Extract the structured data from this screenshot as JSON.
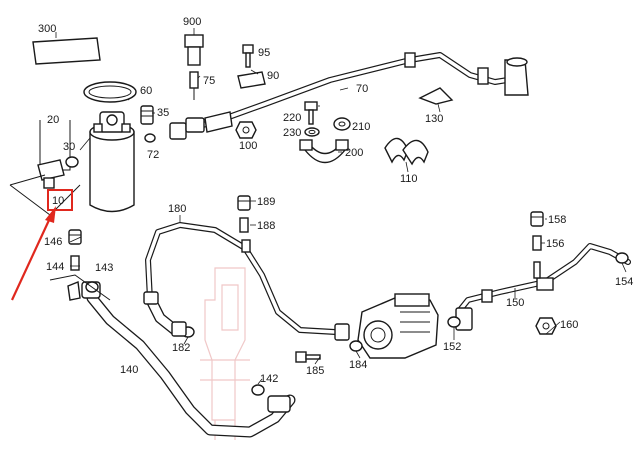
{
  "diagram": {
    "part_labels": [
      "300",
      "900",
      "95",
      "75",
      "90",
      "60",
      "70",
      "35",
      "220",
      "20",
      "230",
      "210",
      "72",
      "100",
      "30",
      "200",
      "130",
      "110",
      "10",
      "180",
      "189",
      "188",
      "158",
      "146",
      "156",
      "144",
      "143",
      "154",
      "150",
      "160",
      "140",
      "182",
      "184",
      "152",
      "185",
      "142"
    ],
    "highlighted_label": "10",
    "colors": {
      "line": "#1a1a1a",
      "highlight": "#e0281e",
      "ghost": "#f0c8c8"
    }
  }
}
